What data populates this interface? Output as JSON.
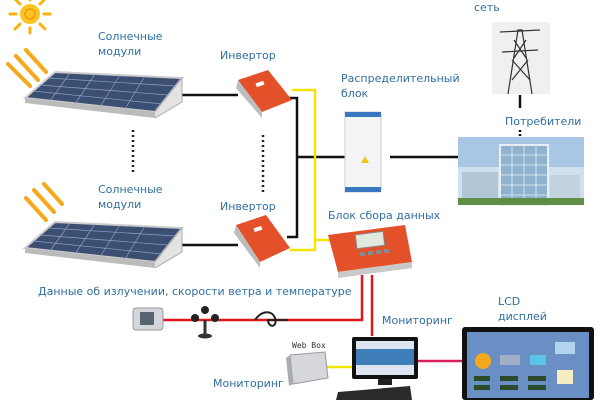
{
  "colors": {
    "label": "#2f6f9f",
    "power_line": "#111111",
    "data_line": "#f2e600",
    "sensor_line": "#e0181c",
    "monitor_line": "#d81e5b",
    "inverter": "#e4502a",
    "panel": "#3b4f73"
  },
  "labels": {
    "solar_top": [
      "Солнечные",
      "модули"
    ],
    "solar_bottom": [
      "Солнечные",
      "модули"
    ],
    "inverter_top": "Инвертор",
    "inverter_bottom": "Инвертор",
    "distribution": [
      "Распределительный",
      "блок"
    ],
    "grid": "сеть",
    "consumers": "Потребители",
    "data_logger": "Блок сбора данных",
    "sensor_data": "Данные об излучении, скорости ветра и температуре",
    "monitoring_pc": "Мониторинг",
    "monitoring_bottom": "Мониторинг",
    "webbox": "Web Box",
    "lcd": [
      "LCD",
      "дисплей"
    ]
  }
}
